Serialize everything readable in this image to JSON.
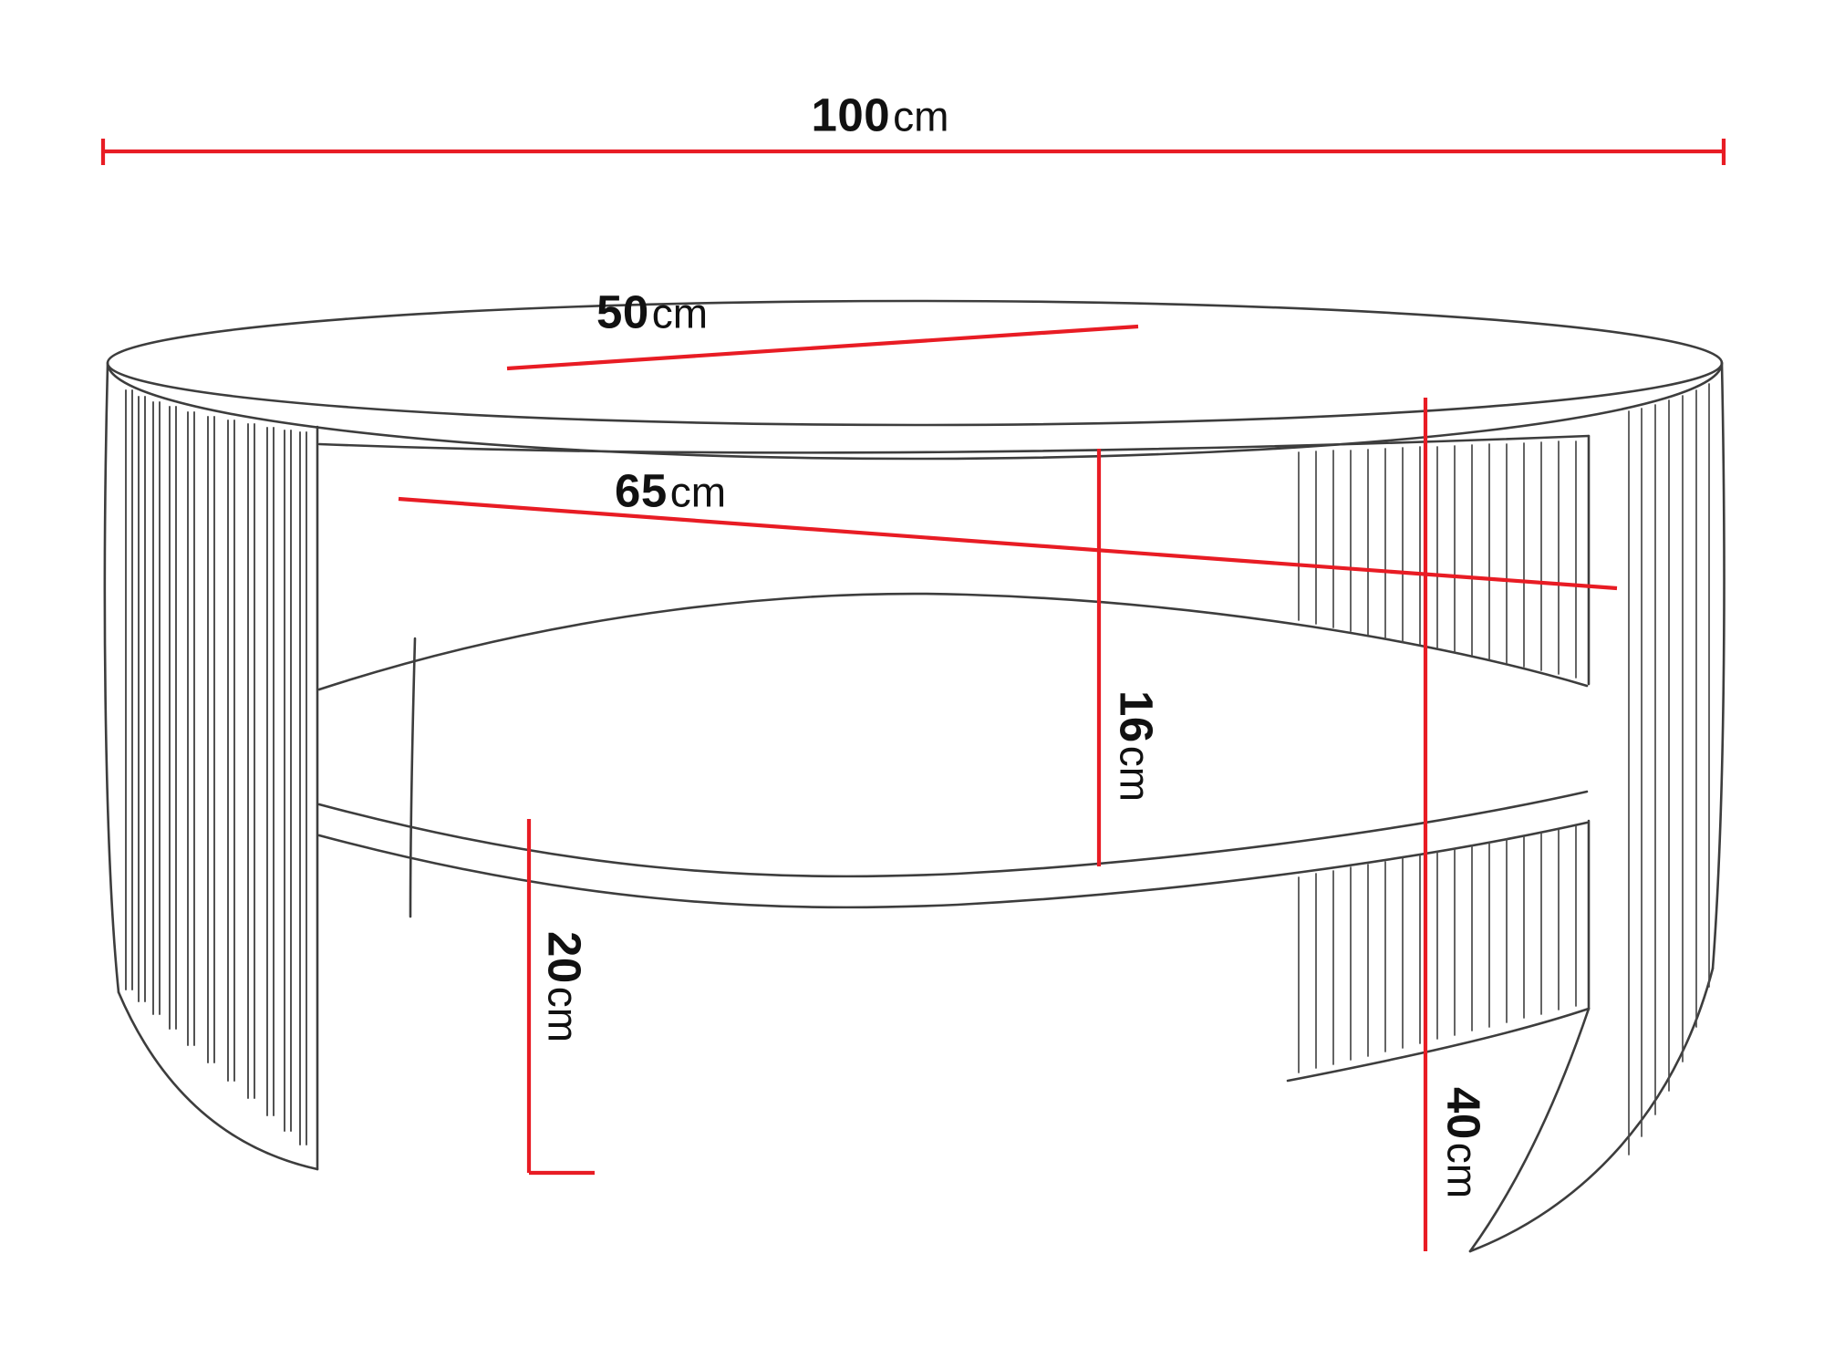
{
  "colors": {
    "dimension_line": "#e81c24",
    "outline": "#3d3d3d",
    "flute": "#4a4a4a",
    "text": "#111111",
    "background": "#ffffff"
  },
  "dimensions": {
    "width": {
      "value": "100",
      "unit": "cm"
    },
    "depth": {
      "value": "50",
      "unit": "cm"
    },
    "shelf_width": {
      "value": "65",
      "unit": "cm"
    },
    "top_to_shelf": {
      "value": "16",
      "unit": "cm"
    },
    "shelf_clearance": {
      "value": "20",
      "unit": "cm"
    },
    "height": {
      "value": "40",
      "unit": "cm"
    }
  }
}
